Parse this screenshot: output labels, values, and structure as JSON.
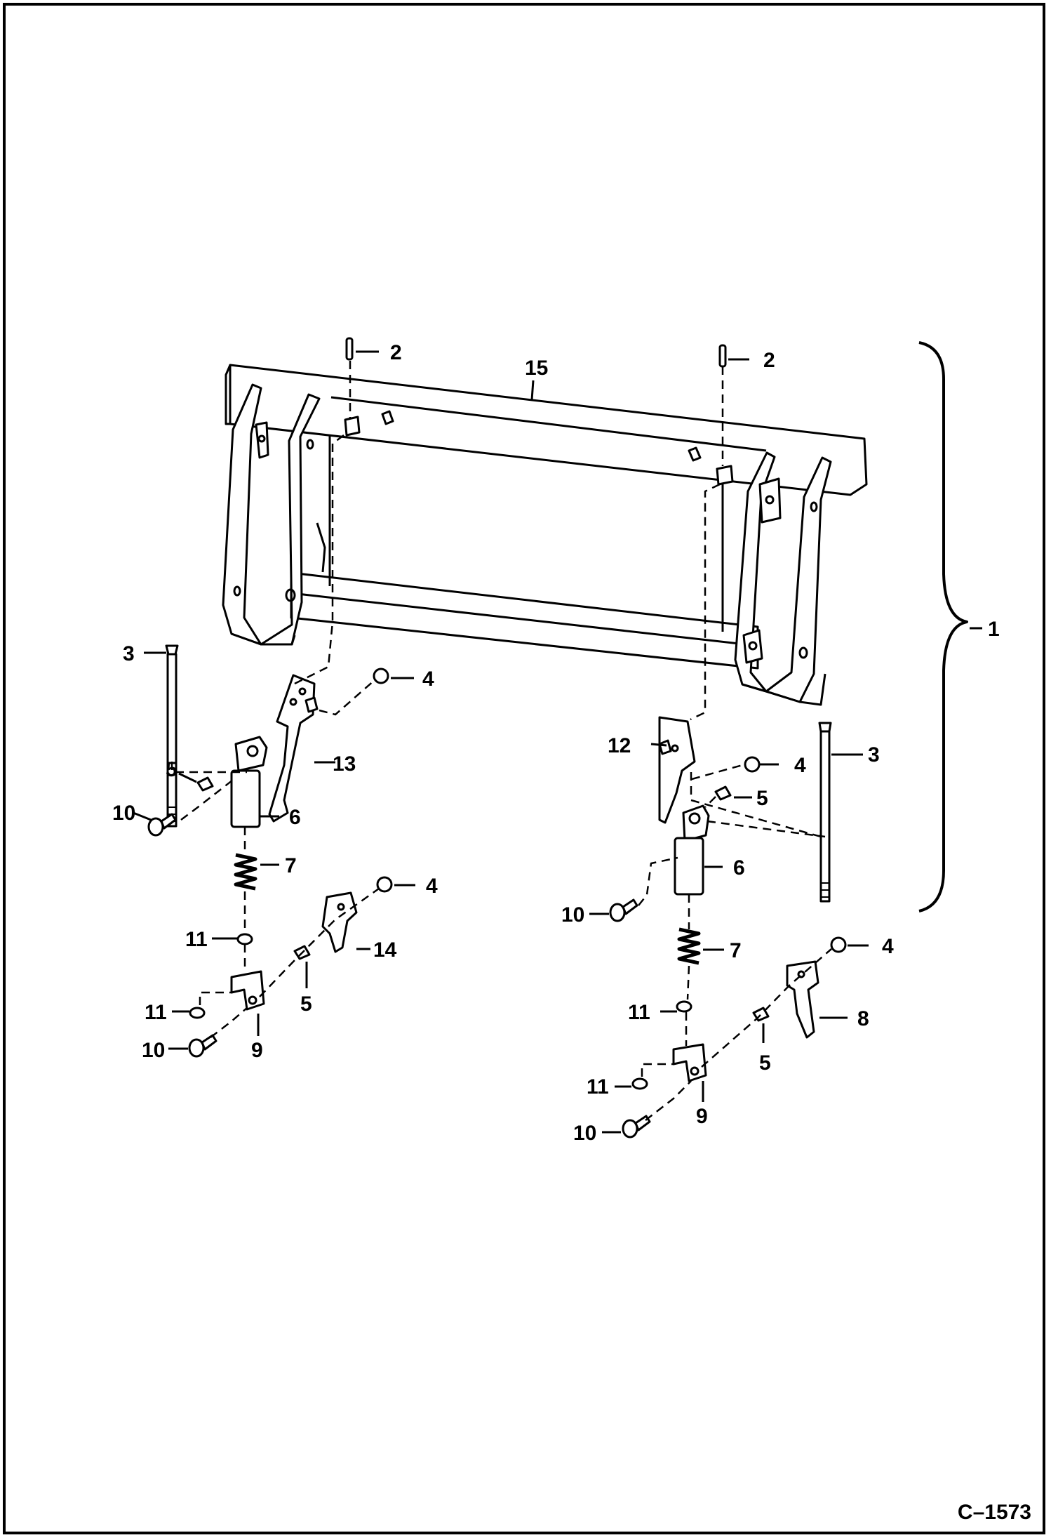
{
  "figure_id": "C–1573",
  "callouts": {
    "c1": "1",
    "c2a": "2",
    "c2b": "2",
    "c3a": "3",
    "c3b": "3",
    "c4a": "4",
    "c4b": "4",
    "c4c": "4",
    "c4d": "4",
    "c5a": "5",
    "c5b": "5",
    "c5c": "5",
    "c5d": "5",
    "c6a": "6",
    "c6b": "6",
    "c7a": "7",
    "c7b": "7",
    "c8": "8",
    "c9a": "9",
    "c9b": "9",
    "c10a": "10",
    "c10b": "10",
    "c10c": "10",
    "c10d": "10",
    "c11a": "11",
    "c11b": "11",
    "c11c": "11",
    "c11d": "11",
    "c12": "12",
    "c13": "13",
    "c14": "14",
    "c15": "15"
  }
}
